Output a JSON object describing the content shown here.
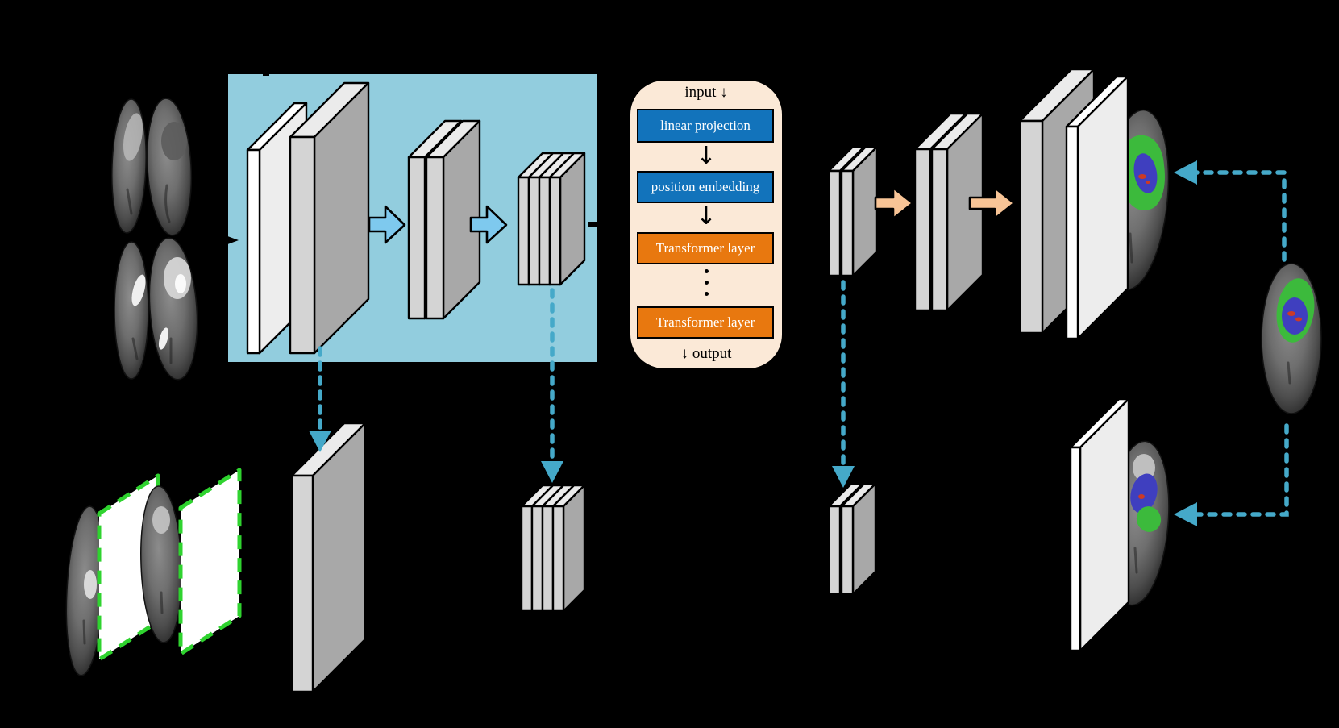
{
  "panel": {
    "input_label": "input ↓",
    "output_label": "↓ output",
    "boxes": [
      {
        "label": "linear projection",
        "color": "#1273bb"
      },
      {
        "label": "position embedding",
        "color": "#1273bb"
      },
      {
        "label": "Transformer layer",
        "color": "#e8780f"
      },
      {
        "label": "Transformer layer",
        "color": "#e8780f"
      }
    ],
    "background": "#fbe9d7"
  },
  "colors": {
    "background": "#000000",
    "encoder_box": "#92cdde",
    "blue_arrow": "#7ec9ee",
    "orange_arrow": "#f8c496",
    "teal_dash": "#45a9c9",
    "green_dash": "#2fd32f",
    "seg_green": "#3cba3c",
    "seg_blue": "#3f3fbf",
    "seg_red": "#cc3a26",
    "slab_gray": "#d4d4d4",
    "slab_white": "#ffffff"
  }
}
